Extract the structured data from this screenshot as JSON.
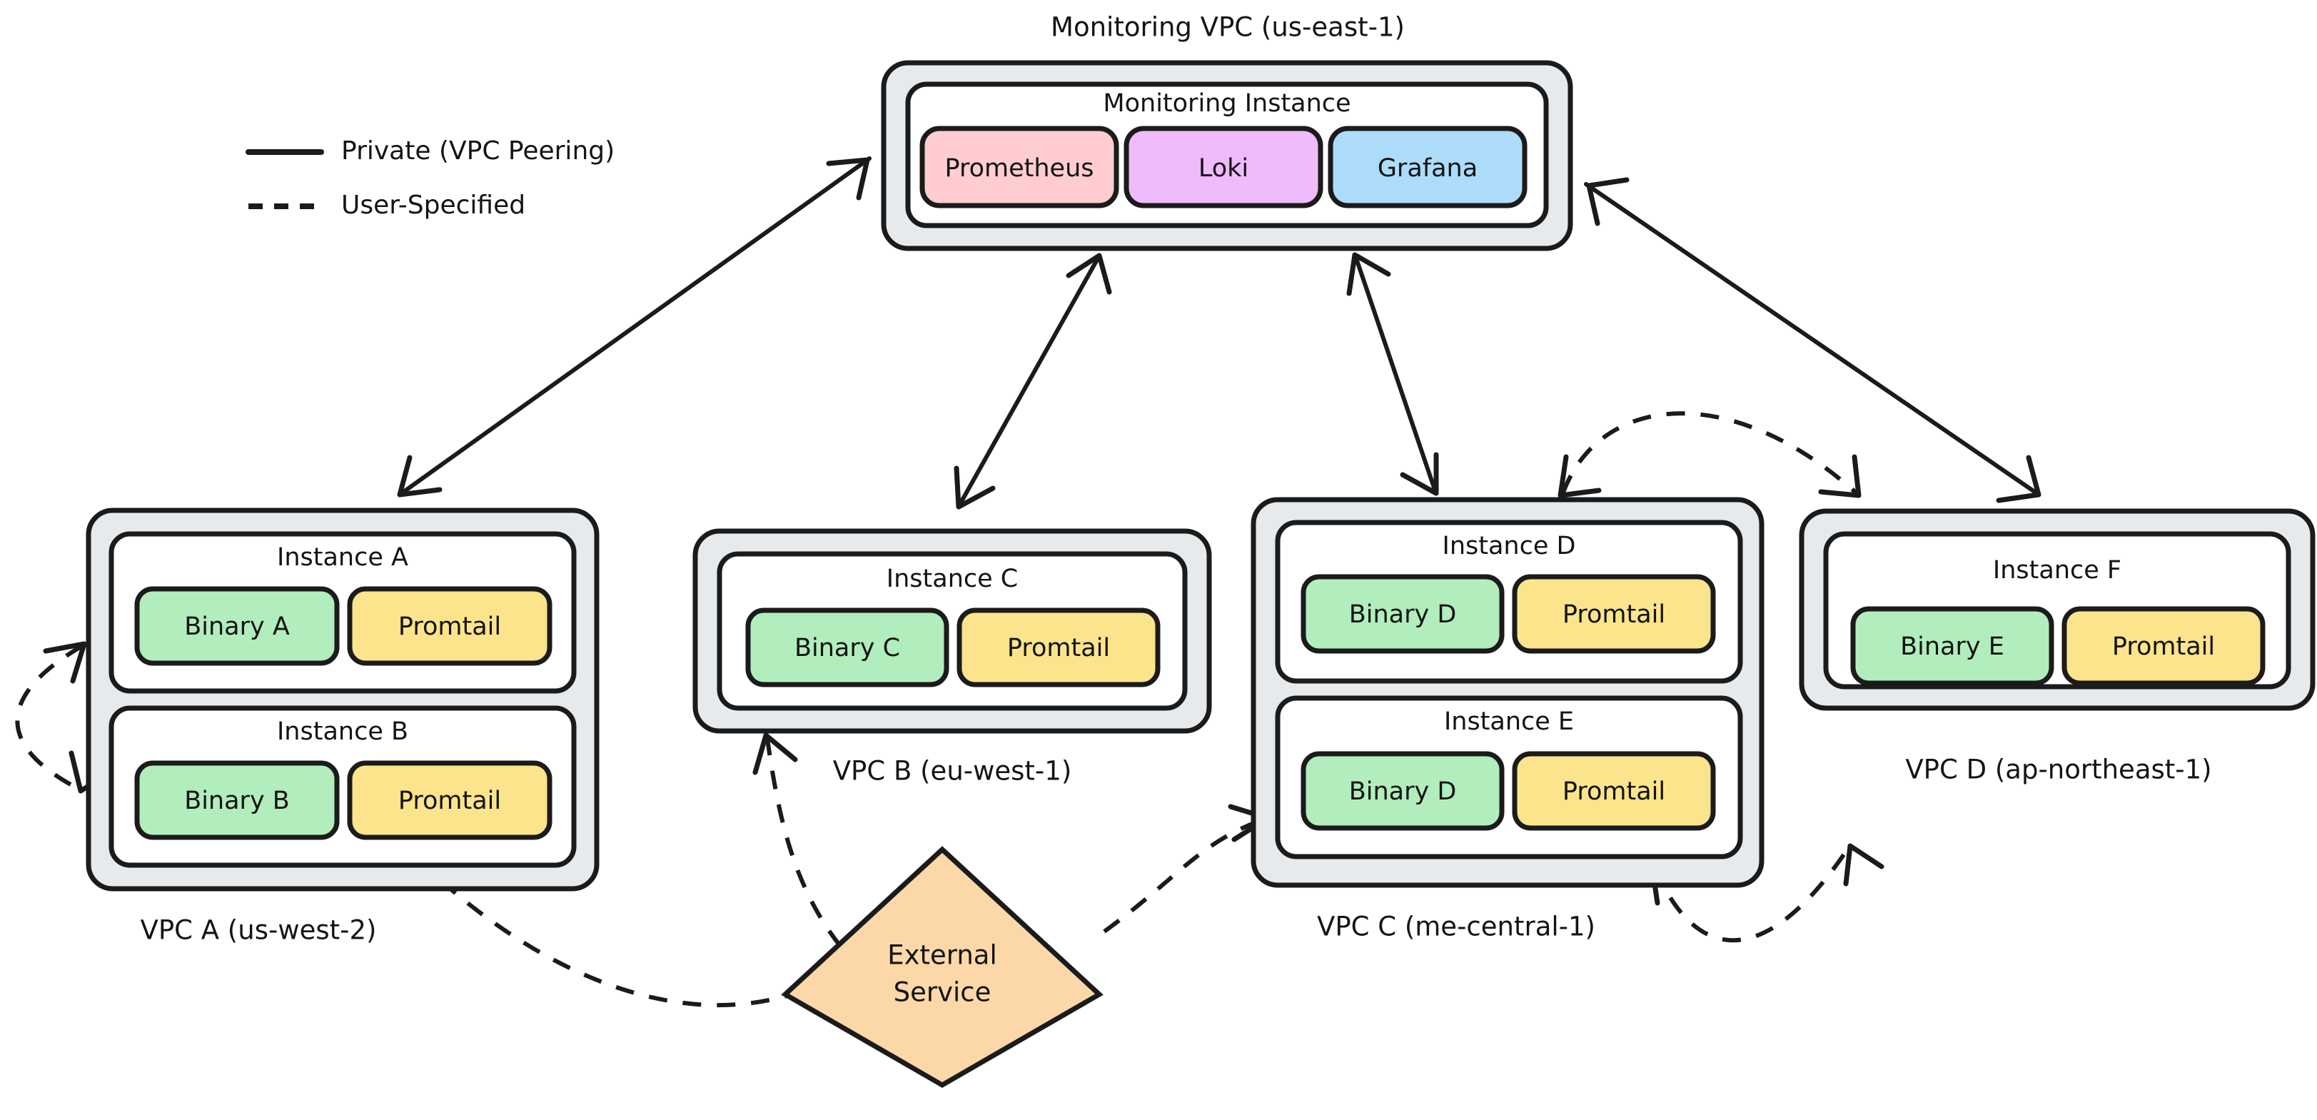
{
  "diagram": {
    "title_top": "Monitoring VPC (us-east-1)",
    "legend": {
      "solid_label": "Private (VPC Peering)",
      "dashed_label": "User-Specified"
    },
    "monitoring": {
      "vpc_label": "Monitoring VPC (us-east-1)",
      "instance_label": "Monitoring Instance",
      "services": [
        {
          "name": "Prometheus",
          "color": "#FFCDD0"
        },
        {
          "name": "Loki",
          "color": "#EFBBFA"
        },
        {
          "name": "Grafana",
          "color": "#ADDCFB"
        }
      ]
    },
    "vpcs": [
      {
        "id": "vpc-a",
        "label": "VPC A (us-west-2)",
        "instances": [
          {
            "title": "Instance A",
            "binary": "Binary A",
            "agent": "Promtail"
          },
          {
            "title": "Instance B",
            "binary": "Binary B",
            "agent": "Promtail"
          }
        ]
      },
      {
        "id": "vpc-b",
        "label": "VPC B (eu-west-1)",
        "instances": [
          {
            "title": "Instance C",
            "binary": "Binary C",
            "agent": "Promtail"
          }
        ]
      },
      {
        "id": "vpc-c",
        "label": "VPC C (me-central-1)",
        "instances": [
          {
            "title": "Instance D",
            "binary": "Binary D",
            "agent": "Promtail"
          },
          {
            "title": "Instance E",
            "binary": "Binary D",
            "agent": "Promtail"
          }
        ]
      },
      {
        "id": "vpc-d",
        "label": "VPC D (ap-northeast-1)",
        "instances": [
          {
            "title": "Instance F",
            "binary": "Binary E",
            "agent": "Promtail"
          }
        ]
      }
    ],
    "external": {
      "line1": "External",
      "line2": "Service"
    },
    "colors": {
      "binary": "#B2EDBE",
      "agent": "#FBE48C",
      "vpc_fill": "#E6EAED",
      "instance_fill": "#FFFFFF",
      "external_fill": "#FCD8A8",
      "stroke": "#1B1B1B"
    },
    "edges": {
      "solid": [
        "Monitoring VPC <-> VPC A",
        "Monitoring VPC <-> VPC B",
        "Monitoring VPC <-> VPC C",
        "Monitoring VPC <-> VPC D"
      ],
      "dashed": [
        "Instance A <-> Instance B",
        "External Service -> VPC A",
        "External Service -> VPC B",
        "External Service -> Instance E",
        "VPC C <-> VPC D"
      ]
    }
  }
}
